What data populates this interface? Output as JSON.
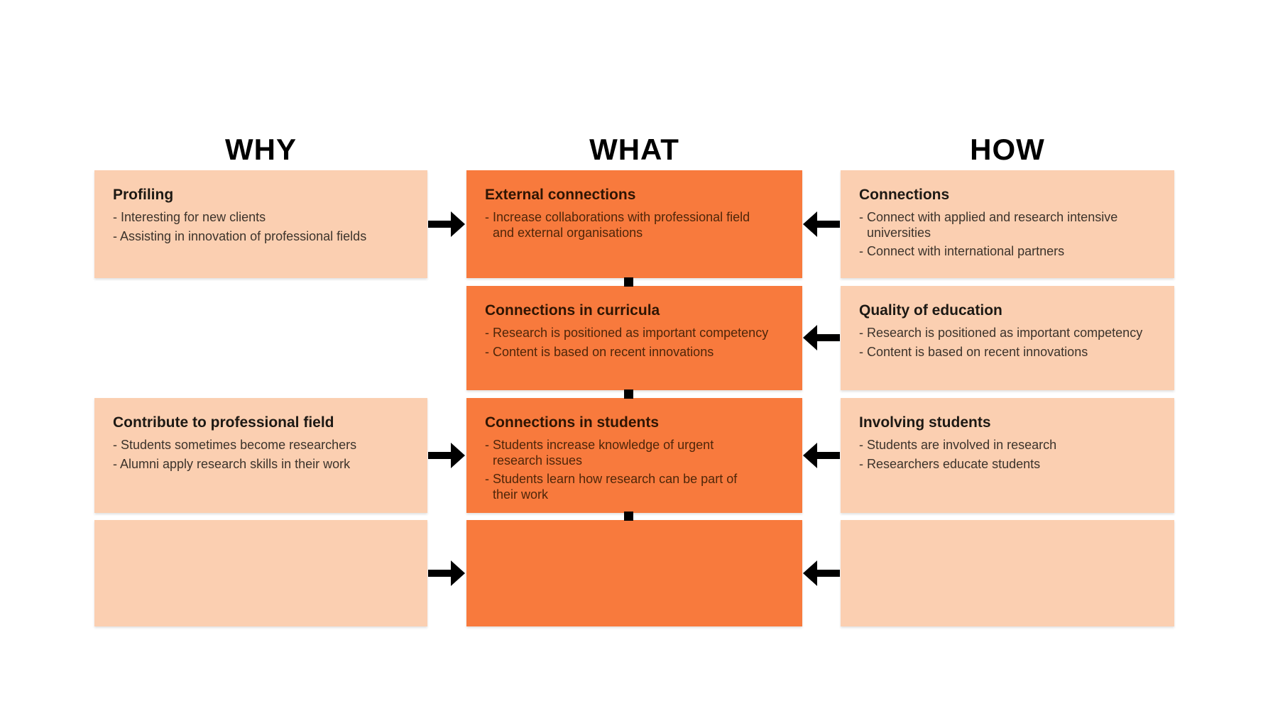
{
  "diagram": {
    "columns": [
      {
        "id": "why",
        "title": "WHY",
        "boxes": [
          {
            "heading": "Profiling",
            "bullets": [
              "- Interesting for new clients",
              "- Assisting in innovation of professional fields"
            ]
          },
          {
            "heading": "Contribute to professional field",
            "bullets": [
              "- Students sometimes become researchers",
              "- Alumni apply research skills in their work"
            ]
          },
          {
            "heading": "",
            "bullets": []
          }
        ]
      },
      {
        "id": "what",
        "title": "WHAT",
        "boxes": [
          {
            "heading": "External connections",
            "bullets": [
              "- Increase collaborations with professional field\nand external organisations"
            ]
          },
          {
            "heading": "Connections in curricula",
            "bullets": [
              "- Research is positioned as important competency",
              "- Content is based on recent innovations"
            ]
          },
          {
            "heading": "Connections in students",
            "bullets": [
              "- Students increase knowledge of urgent\nresearch issues",
              "- Students learn how research can be part of\ntheir work"
            ]
          },
          {
            "heading": "",
            "bullets": []
          }
        ]
      },
      {
        "id": "how",
        "title": "HOW",
        "boxes": [
          {
            "heading": "Connections",
            "bullets": [
              "- Connect with applied and research intensive\nuniversities",
              "- Connect with international partners"
            ]
          },
          {
            "heading": "Quality of education",
            "bullets": [
              "- Research is positioned as important competency",
              "- Content is based on recent innovations"
            ]
          },
          {
            "heading": "Involving students",
            "bullets": [
              "- Students are involved in research",
              "- Researchers educate students"
            ]
          },
          {
            "heading": "",
            "bullets": []
          }
        ]
      }
    ],
    "icons": {
      "arrow_right": "arrow-right-icon",
      "arrow_left": "arrow-left-icon",
      "connector_square": "connector-square-icon"
    },
    "colors": {
      "background": "#FFFFFF",
      "peach": "#FBCFB1",
      "orange": "#F87A3D",
      "black": "#000000",
      "heading_on_peach": "#1D1914",
      "body_on_peach": "#3C332B",
      "heading_on_orange": "#2F1503",
      "body_on_orange": "#4F2609"
    }
  }
}
